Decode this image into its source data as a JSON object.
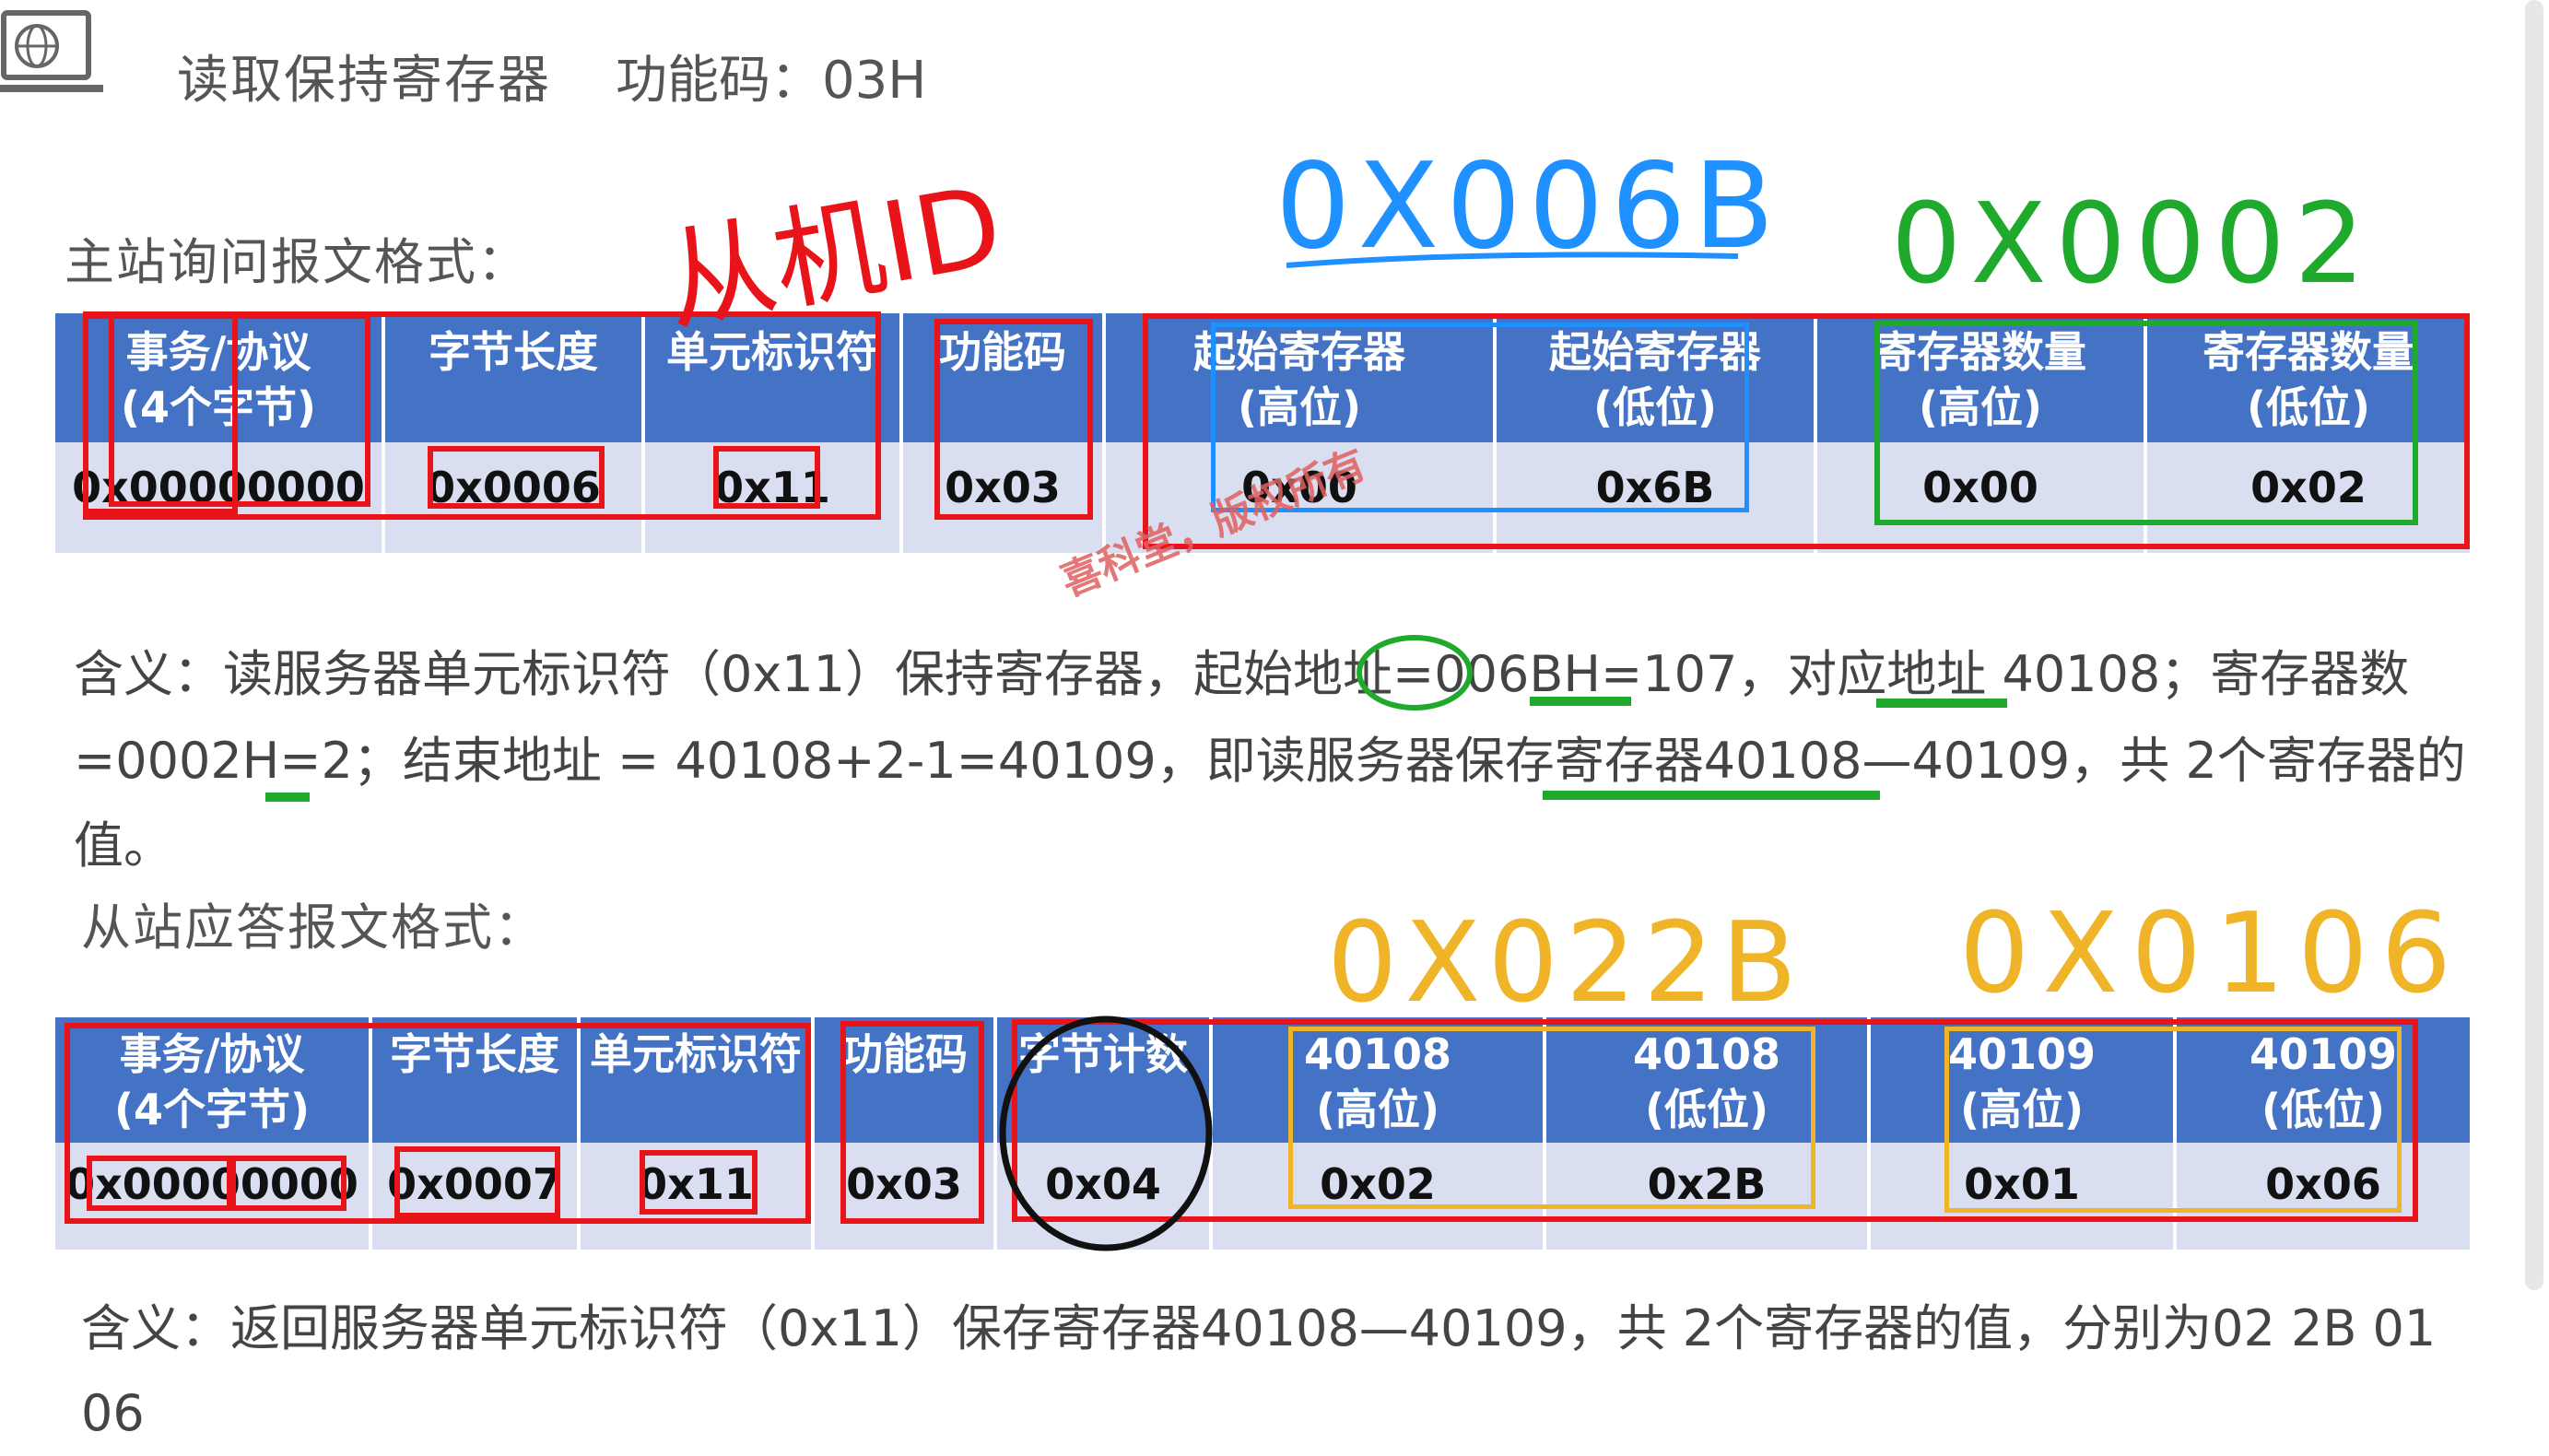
{
  "header": {
    "title": "读取保持寄存器",
    "function_code": "功能码：03H"
  },
  "request": {
    "section_title": "主站询问报文格式：",
    "headers": [
      "事务/协议\n(4个字节)",
      "字节长度",
      "单元标识符",
      "功能码",
      "起始寄存器\n(高位)",
      "起始寄存器\n(低位)",
      "寄存器数量\n(高位)",
      "寄存器数量\n(低位)"
    ],
    "values": [
      "0x00000000",
      "0x0006",
      "0x11",
      "0x03",
      "0x00",
      "0x6B",
      "0x00",
      "0x02"
    ],
    "meaning_line1": "含义：读服务器单元标识符（0x11）保持寄存器，起始地址=006BH=107，对应地址 40108；寄存器数",
    "meaning_line2": "=0002H=2；结束地址 = 40108+2-1=40109，即读服务器保存寄存器40108—40109，共 2个寄存器的值。"
  },
  "response": {
    "section_title": "从站应答报文格式：",
    "headers": [
      "事务/协议\n(4个字节)",
      "字节长度",
      "单元标识符",
      "功能码",
      "字节计数",
      "40108\n(高位)",
      "40108\n(低位)",
      "40109\n(高位)",
      "40109\n(低位)"
    ],
    "values": [
      "0x00000000",
      "0x0007",
      "0x11",
      "0x03",
      "0x04",
      "0x02",
      "0x2B",
      "0x01",
      "0x06"
    ],
    "meaning": "含义：返回服务器单元标识符（0x11）保存寄存器40108—40109，共 2个寄存器的值，分别为02 2B 01 06"
  },
  "watermark": "喜科堂，版权所有",
  "handwriting": {
    "slave_id": "从机ID",
    "start_addr": "0X006B",
    "reg_count": "0X0002",
    "resp_value1": "0X022B",
    "resp_value2": "0X0106"
  },
  "colors": {
    "header_blue": "#4472c4",
    "value_row": "#d9def0",
    "annot_red": "#e8141a",
    "annot_blue": "#1e90ff",
    "annot_green": "#1faa2e",
    "annot_yellow": "#f0b429"
  }
}
